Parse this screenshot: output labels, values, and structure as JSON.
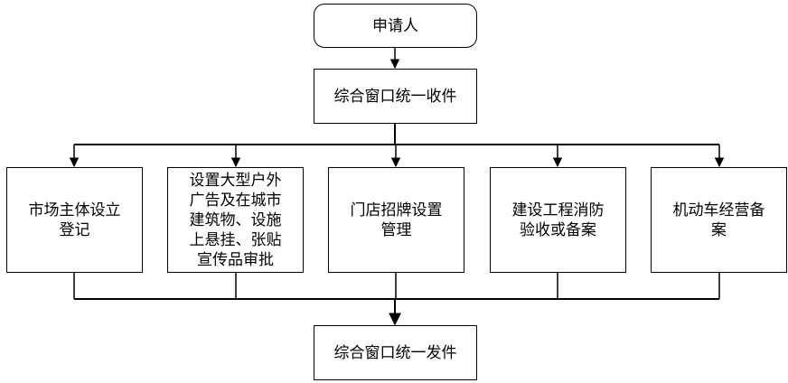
{
  "nodes": {
    "applicant": "申请人",
    "receive": "综合窗口统一收件",
    "dispatch": "综合窗口统一发件",
    "branches": [
      {
        "text": "市场主体设立\n登记"
      },
      {
        "text": "设置大型户外\n广告及在城市\n建筑物、设施\n上悬挂、张贴\n宣传品审批"
      },
      {
        "text": "门店招牌设置\n管理"
      },
      {
        "text": "建设工程消防\n验收或备案"
      },
      {
        "text": "机动车经营备\n案"
      }
    ]
  },
  "colors": {
    "line": "#000000",
    "border": "#000000",
    "text": "#000000",
    "background": "#ffffff"
  }
}
